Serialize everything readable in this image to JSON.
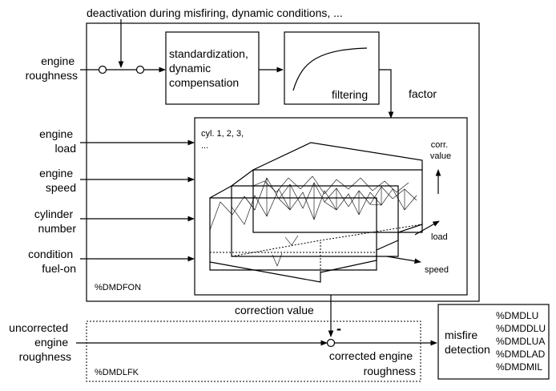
{
  "top_label": "deactivation during misfiring, dynamic conditions, ...",
  "inputs": {
    "roughness": [
      "engine",
      "roughness"
    ],
    "load": [
      "engine",
      "load"
    ],
    "speed": [
      "engine",
      "speed"
    ],
    "cylinder": [
      "cylinder",
      "number"
    ],
    "condition": [
      "condition",
      "fuel-on"
    ]
  },
  "standardization": [
    "standardization,",
    "dynamic",
    "compensation"
  ],
  "filtering": "filtering",
  "factor": "factor",
  "map": {
    "cyl_label": [
      "cyl. 1, 2, 3,",
      "..."
    ],
    "corr_value": [
      "corr.",
      "value"
    ],
    "load": "load",
    "speed": "speed"
  },
  "dmdfon": "%DMDFON",
  "correction_value": "correction value",
  "uncorrected": [
    "uncorrected",
    "engine",
    "roughness"
  ],
  "minus": "-",
  "corrected": [
    "corrected engine",
    "roughness"
  ],
  "dmdlfk": "%DMDLFK",
  "misfire": [
    "misfire",
    "detection"
  ],
  "dmd_list": [
    "%DMDLU",
    "%DMDDLU",
    "%DMDLUA",
    "%DMDLAD",
    "%DMDMIL"
  ]
}
